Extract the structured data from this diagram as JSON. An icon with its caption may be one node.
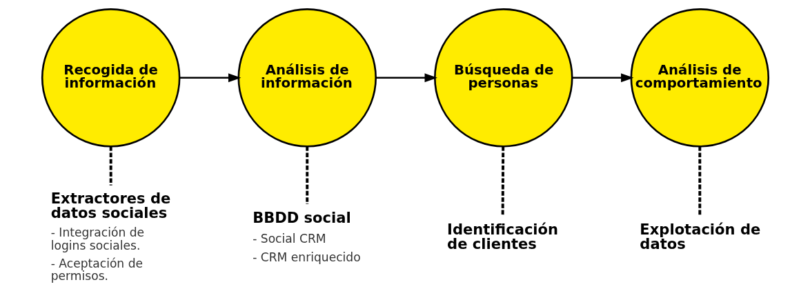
{
  "diagram": {
    "nodes": [
      {
        "text": [
          "Recogida de información"
        ]
      },
      {
        "text": [
          "Análisis de información"
        ]
      },
      {
        "text": [
          "Búsqueda de personas"
        ]
      },
      {
        "text": [
          "Análisis de comportamiento"
        ]
      },
      {
        "text": [
          "Extractores de datos sociales",
          "- Integración de logins sociales.",
          "- Aceptación de permisos."
        ]
      },
      {
        "text": [
          "BBDD social",
          "- Social CRM",
          "- CRM enriquecido"
        ]
      },
      {
        "text": [
          "Identificación de clientes"
        ]
      },
      {
        "text": [
          "Explotación de datos"
        ]
      }
    ],
    "edges": [
      {
        "from": 0,
        "to": 1,
        "arrow": "to"
      },
      {
        "from": 1,
        "to": 2,
        "arrow": "to"
      },
      {
        "from": 2,
        "to": 3,
        "arrow": "to"
      },
      {
        "from": 0,
        "to": 4,
        "arrow": "none",
        "style": "dashed"
      },
      {
        "from": 1,
        "to": 5,
        "arrow": "none",
        "style": "dashed"
      },
      {
        "from": 2,
        "to": 6,
        "arrow": "none",
        "style": "dashed"
      },
      {
        "from": 3,
        "to": 7,
        "arrow": "none",
        "style": "dashed"
      }
    ]
  }
}
